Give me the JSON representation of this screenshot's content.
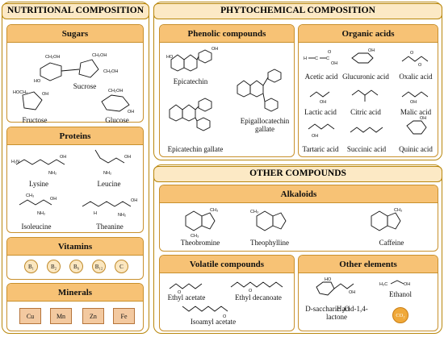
{
  "nutritional": {
    "title": "NUTRITIONAL COMPOSITION",
    "sugars": {
      "title": "Sugars",
      "items": [
        "Sucrose",
        "Fructose",
        "Glucose"
      ]
    },
    "proteins": {
      "title": "Proteins",
      "items": [
        "Lysine",
        "Leucine",
        "Isoleucine",
        "Theanine"
      ]
    },
    "vitamins": {
      "title": "Vitamins",
      "items": [
        "B₁",
        "B₂",
        "B₆",
        "B₁₂",
        "C"
      ]
    },
    "minerals": {
      "title": "Minerals",
      "items": [
        "Cu",
        "Mn",
        "Zn",
        "Fe"
      ]
    }
  },
  "phytochemical": {
    "title": "PHYTOCHEMICAL COMPOSITION",
    "phenolic": {
      "title": "Phenolic compounds",
      "items": [
        "Epicatechin",
        "Epicatechin gallate",
        "Epigallocatechin gallate"
      ]
    },
    "organic_acids": {
      "title": "Organic acids",
      "items": [
        "Acetic acid",
        "Glucuronic acid",
        "Oxalic acid",
        "Lactic acid",
        "Citric acid",
        "Malic acid",
        "Tartaric acid",
        "Succinic acid",
        "Quinic acid"
      ]
    }
  },
  "other": {
    "title": "OTHER COMPOUNDS",
    "alkaloids": {
      "title": "Alkaloids",
      "items": [
        "Theobromine",
        "Theophylline",
        "Caffeine"
      ]
    },
    "volatile": {
      "title": "Volatile compounds",
      "items": [
        "Ethyl acetate",
        "Ethyl decanoate",
        "Isoamyl acetate"
      ]
    },
    "elements": {
      "title": "Other elements",
      "items": [
        "D-saccharic acid-1,4-lactone",
        "Ethanol",
        "H₂O",
        "CO₂"
      ]
    }
  }
}
